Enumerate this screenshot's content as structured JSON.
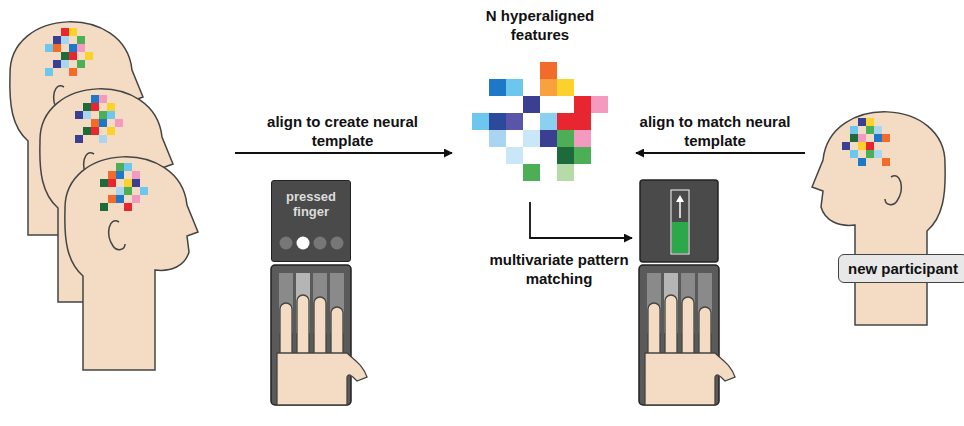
{
  "diagram": {
    "nodes": [
      {
        "text": [
          "pressed finger"
        ]
      },
      {
        "text": [
          "N hyperaligned features"
        ]
      },
      {
        "text": [
          "new participant"
        ]
      }
    ],
    "labels": [
      "align to create neural template",
      "align to match neural template",
      "multivariate pattern matching"
    ]
  }
}
